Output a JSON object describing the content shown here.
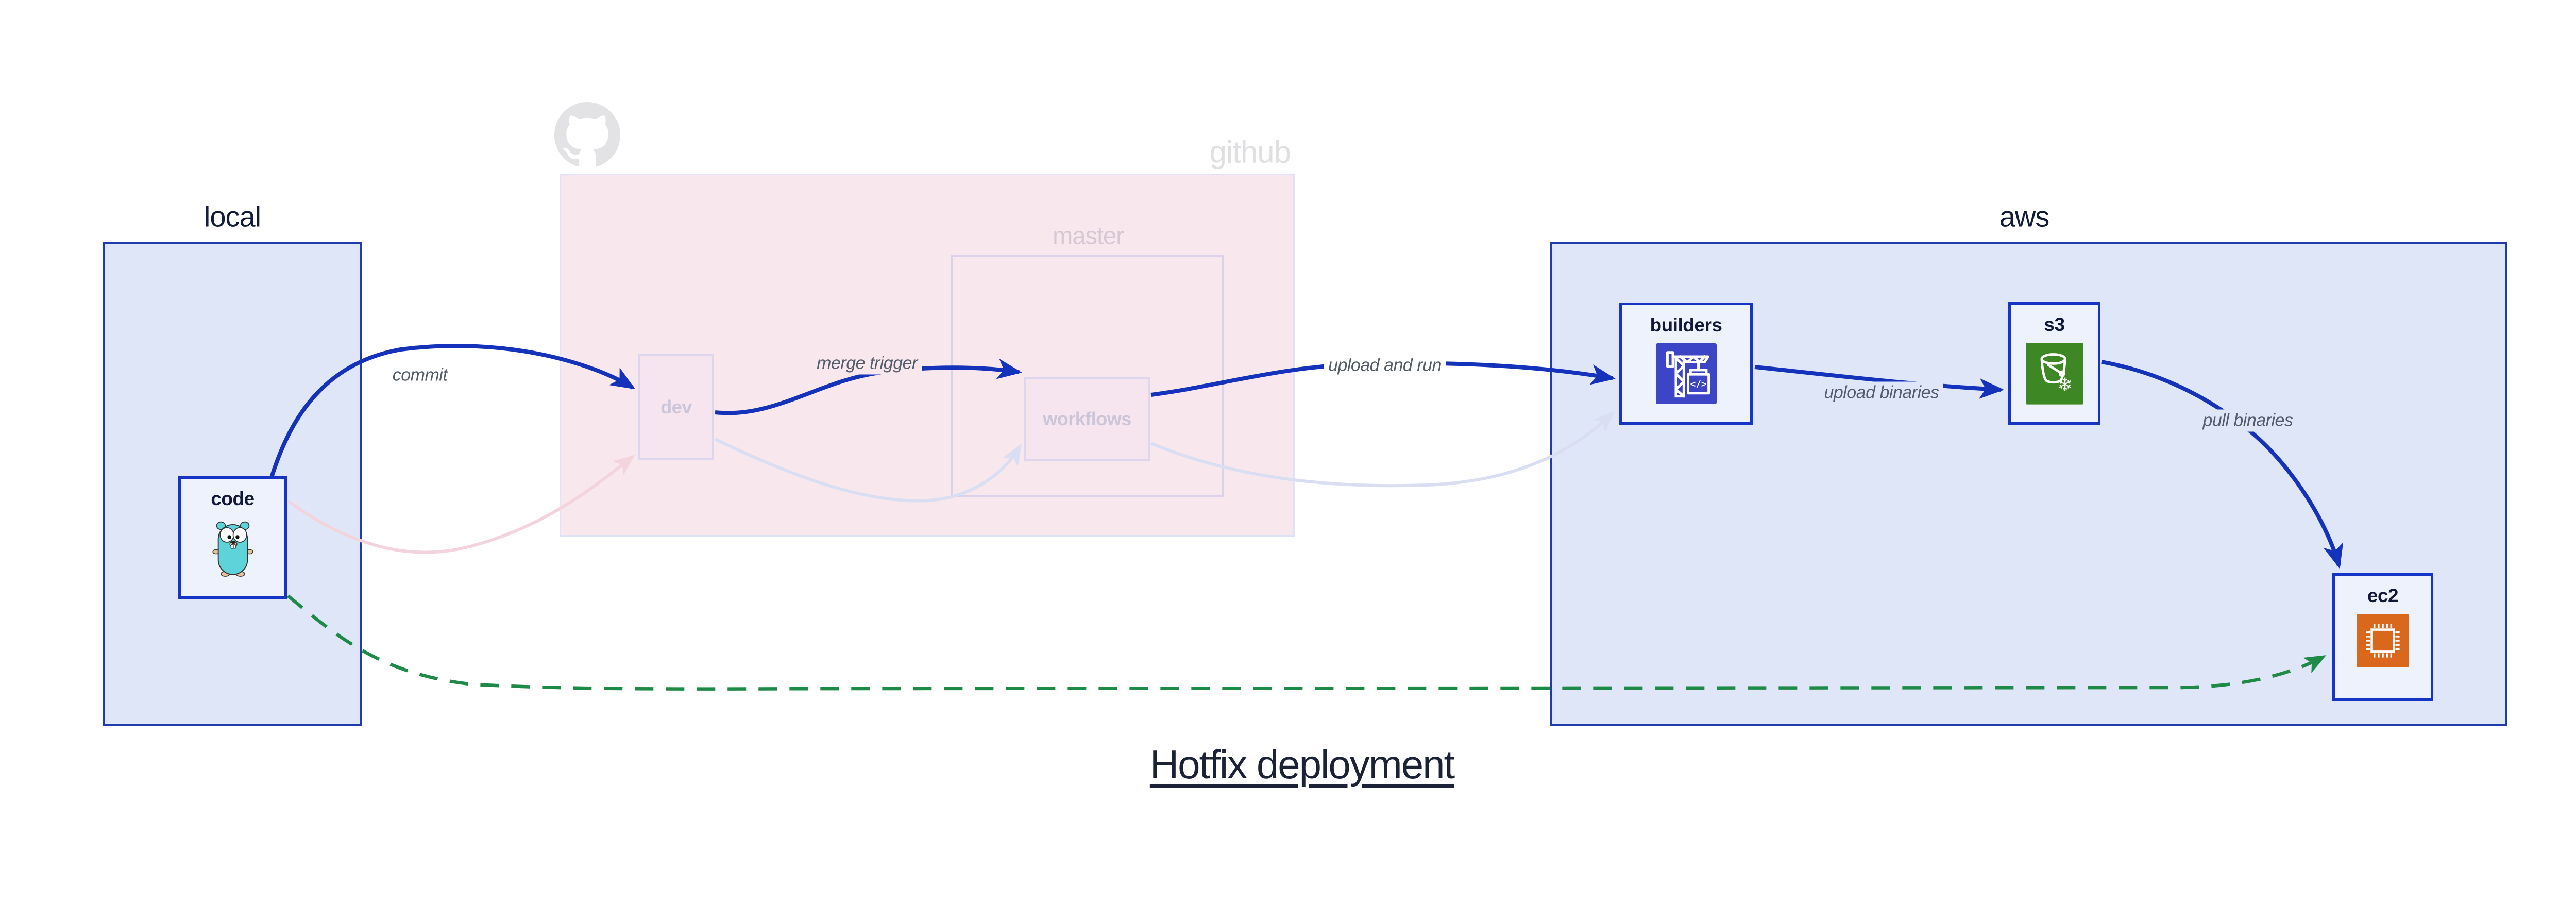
{
  "title": "Hotfix deployment",
  "regions": {
    "local": {
      "label": "local"
    },
    "github": {
      "label": "github",
      "master_label": "master"
    },
    "aws": {
      "label": "aws"
    }
  },
  "nodes": {
    "code": {
      "label": "code",
      "icon": "gopher-icon"
    },
    "dev": {
      "label": "dev"
    },
    "workflows": {
      "label": "workflows"
    },
    "builders": {
      "label": "builders",
      "icon": "codebuild-crane-icon",
      "icon_glyph": "</>"
    },
    "s3": {
      "label": "s3",
      "icon": "s3-bucket-snowflake-icon",
      "icon_glyph": "❄"
    },
    "ec2": {
      "label": "ec2",
      "icon": "ec2-chip-icon"
    }
  },
  "edges": {
    "commit": {
      "label": "commit"
    },
    "merge_trigger": {
      "label": "merge trigger"
    },
    "upload_and_run": {
      "label": "upload and run"
    },
    "upload_binaries": {
      "label": "upload binaries"
    },
    "pull_binaries": {
      "label": "pull binaries"
    },
    "hotfix_dashed": {
      "label": ""
    }
  },
  "colors": {
    "region_fill": "#dfe6f8",
    "region_border": "#1e3cae",
    "node_fill": "#eef2fc",
    "node_border": "#1634c6",
    "github_region_fill": "#f8e7ec",
    "faded_box_border": "#d9d2ea",
    "arrow_blue": "#1532bb",
    "arrow_green": "#1d8a47",
    "arrow_faded_pink": "#f3d4dd",
    "arrow_faded_lavender": "#d9def3",
    "builders_icon_bg": "#3c45c5",
    "s3_icon_bg": "#3e8725",
    "ec2_icon_bg": "#d9671c",
    "gopher_body": "#5fd3da",
    "ghost_text": "#e0e0e2",
    "edge_label_text": "#525c6b",
    "title_text": "#1b2236"
  }
}
